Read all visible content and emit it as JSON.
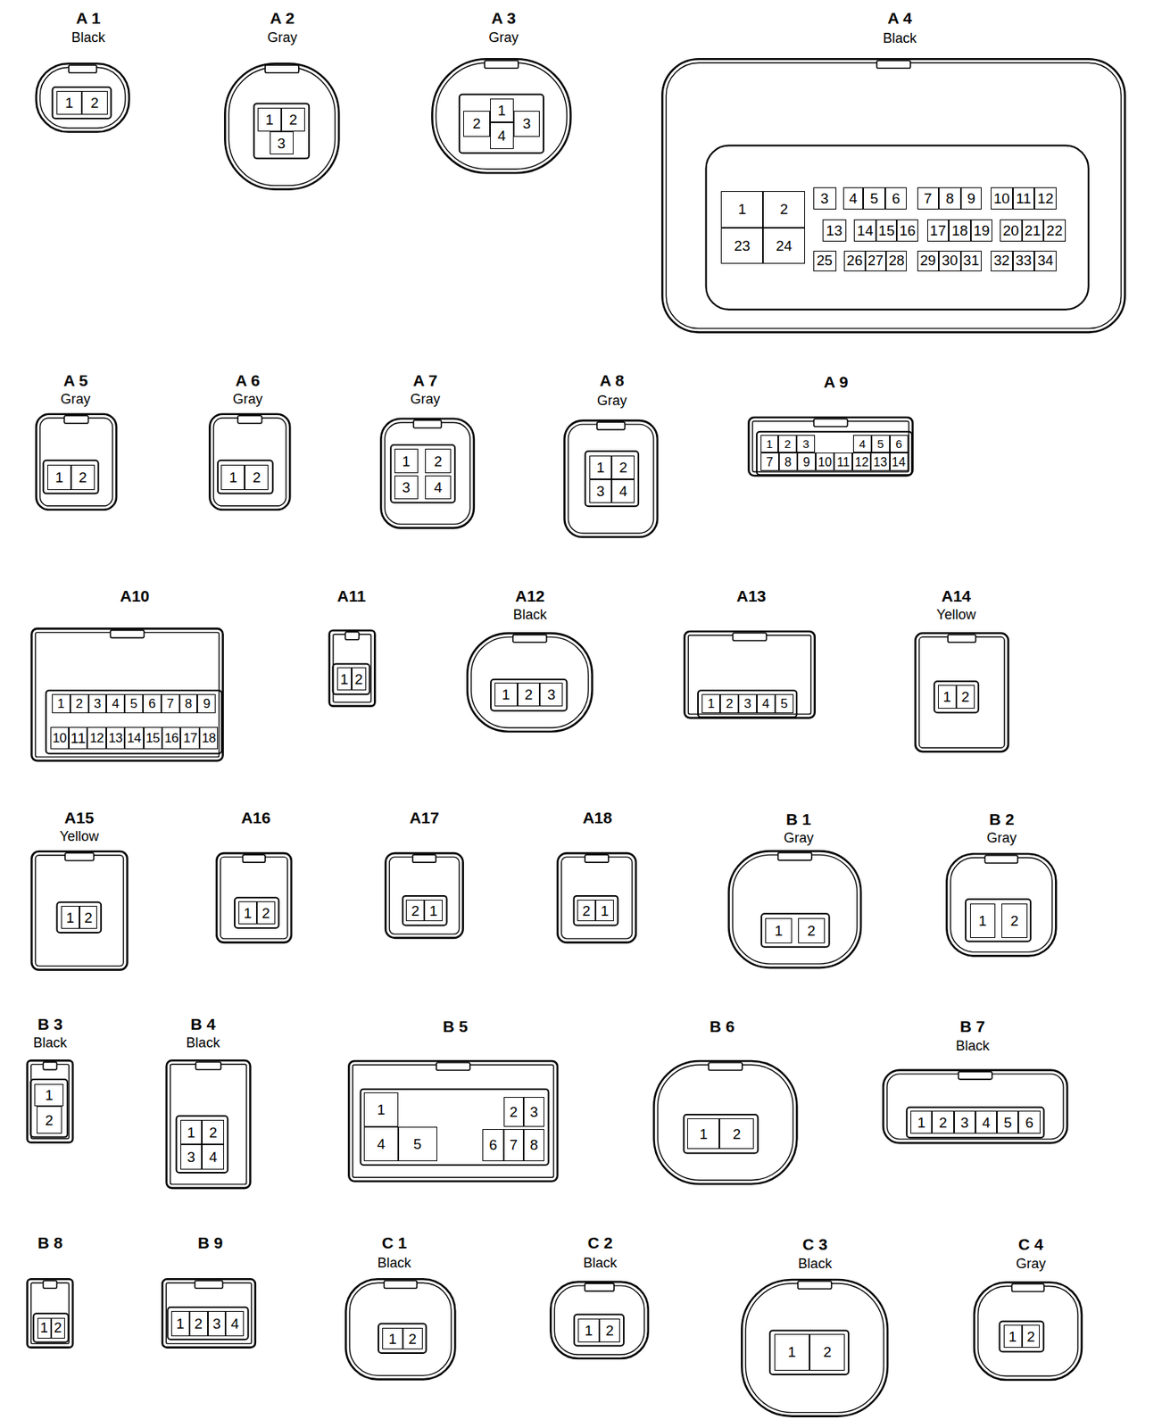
{
  "diagram": {
    "nodes": [
      {
        "text": [
          "A 1",
          "Black"
        ]
      },
      {
        "text": [
          "1"
        ],
        "in": 0
      },
      {
        "text": [
          "2"
        ],
        "in": 0
      },
      {
        "text": [
          "A 2",
          "Gray"
        ]
      },
      {
        "text": [
          "1"
        ],
        "in": 3
      },
      {
        "text": [
          "2"
        ],
        "in": 3
      },
      {
        "text": [
          "3"
        ],
        "in": 3
      },
      {
        "text": [
          "A 3",
          "Gray"
        ]
      },
      {
        "text": [
          "1"
        ],
        "in": 7
      },
      {
        "text": [
          "2"
        ],
        "in": 7
      },
      {
        "text": [
          "3"
        ],
        "in": 7
      },
      {
        "text": [
          "4"
        ],
        "in": 7
      },
      {
        "text": [
          "A 4",
          "Black"
        ]
      },
      {
        "text": [
          "1"
        ],
        "in": 12
      },
      {
        "text": [
          "2"
        ],
        "in": 12
      },
      {
        "text": [
          "3"
        ],
        "in": 12
      },
      {
        "text": [
          "4"
        ],
        "in": 12
      },
      {
        "text": [
          "5"
        ],
        "in": 12
      },
      {
        "text": [
          "6"
        ],
        "in": 12
      },
      {
        "text": [
          "7"
        ],
        "in": 12
      },
      {
        "text": [
          "8"
        ],
        "in": 12
      },
      {
        "text": [
          "9"
        ],
        "in": 12
      },
      {
        "text": [
          "10"
        ],
        "in": 12
      },
      {
        "text": [
          "11"
        ],
        "in": 12
      },
      {
        "text": [
          "12"
        ],
        "in": 12
      },
      {
        "text": [
          "13"
        ],
        "in": 12
      },
      {
        "text": [
          "14"
        ],
        "in": 12
      },
      {
        "text": [
          "15"
        ],
        "in": 12
      },
      {
        "text": [
          "16"
        ],
        "in": 12
      },
      {
        "text": [
          "17"
        ],
        "in": 12
      },
      {
        "text": [
          "18"
        ],
        "in": 12
      },
      {
        "text": [
          "19"
        ],
        "in": 12
      },
      {
        "text": [
          "20"
        ],
        "in": 12
      },
      {
        "text": [
          "21"
        ],
        "in": 12
      },
      {
        "text": [
          "22"
        ],
        "in": 12
      },
      {
        "text": [
          "23"
        ],
        "in": 12
      },
      {
        "text": [
          "24"
        ],
        "in": 12
      },
      {
        "text": [
          "25"
        ],
        "in": 12
      },
      {
        "text": [
          "26"
        ],
        "in": 12
      },
      {
        "text": [
          "27"
        ],
        "in": 12
      },
      {
        "text": [
          "28"
        ],
        "in": 12
      },
      {
        "text": [
          "29"
        ],
        "in": 12
      },
      {
        "text": [
          "30"
        ],
        "in": 12
      },
      {
        "text": [
          "31"
        ],
        "in": 12
      },
      {
        "text": [
          "32"
        ],
        "in": 12
      },
      {
        "text": [
          "33"
        ],
        "in": 12
      },
      {
        "text": [
          "34"
        ],
        "in": 12
      },
      {
        "text": [
          "A 5",
          "Gray"
        ]
      },
      {
        "text": [
          "1"
        ],
        "in": 47
      },
      {
        "text": [
          "2"
        ],
        "in": 47
      },
      {
        "text": [
          "A 6",
          "Gray"
        ]
      },
      {
        "text": [
          "1"
        ],
        "in": 50
      },
      {
        "text": [
          "2"
        ],
        "in": 50
      },
      {
        "text": [
          "A 7",
          "Gray"
        ]
      },
      {
        "text": [
          "1"
        ],
        "in": 53
      },
      {
        "text": [
          "2"
        ],
        "in": 53
      },
      {
        "text": [
          "3"
        ],
        "in": 53
      },
      {
        "text": [
          "4"
        ],
        "in": 53
      },
      {
        "text": [
          "A 8",
          "Gray"
        ]
      },
      {
        "text": [
          "1"
        ],
        "in": 58
      },
      {
        "text": [
          "2"
        ],
        "in": 58
      },
      {
        "text": [
          "3"
        ],
        "in": 58
      },
      {
        "text": [
          "4"
        ],
        "in": 58
      },
      {
        "text": [
          "A 9"
        ]
      },
      {
        "text": [
          "1"
        ],
        "in": 63
      },
      {
        "text": [
          "2"
        ],
        "in": 63
      },
      {
        "text": [
          "3"
        ],
        "in": 63
      },
      {
        "text": [
          "4"
        ],
        "in": 63
      },
      {
        "text": [
          "5"
        ],
        "in": 63
      },
      {
        "text": [
          "6"
        ],
        "in": 63
      },
      {
        "text": [
          "7"
        ],
        "in": 63
      },
      {
        "text": [
          "8"
        ],
        "in": 63
      },
      {
        "text": [
          "9"
        ],
        "in": 63
      },
      {
        "text": [
          "10"
        ],
        "in": 63
      },
      {
        "text": [
          "11"
        ],
        "in": 63
      },
      {
        "text": [
          "12"
        ],
        "in": 63
      },
      {
        "text": [
          "13"
        ],
        "in": 63
      },
      {
        "text": [
          "14"
        ],
        "in": 63
      },
      {
        "text": [
          "A10"
        ]
      },
      {
        "text": [
          "1"
        ],
        "in": 78
      },
      {
        "text": [
          "2"
        ],
        "in": 78
      },
      {
        "text": [
          "3"
        ],
        "in": 78
      },
      {
        "text": [
          "4"
        ],
        "in": 78
      },
      {
        "text": [
          "5"
        ],
        "in": 78
      },
      {
        "text": [
          "6"
        ],
        "in": 78
      },
      {
        "text": [
          "7"
        ],
        "in": 78
      },
      {
        "text": [
          "8"
        ],
        "in": 78
      },
      {
        "text": [
          "9"
        ],
        "in": 78
      },
      {
        "text": [
          "10"
        ],
        "in": 78
      },
      {
        "text": [
          "11"
        ],
        "in": 78
      },
      {
        "text": [
          "12"
        ],
        "in": 78
      },
      {
        "text": [
          "13"
        ],
        "in": 78
      },
      {
        "text": [
          "14"
        ],
        "in": 78
      },
      {
        "text": [
          "15"
        ],
        "in": 78
      },
      {
        "text": [
          "16"
        ],
        "in": 78
      },
      {
        "text": [
          "17"
        ],
        "in": 78
      },
      {
        "text": [
          "18"
        ],
        "in": 78
      },
      {
        "text": [
          "A11"
        ]
      },
      {
        "text": [
          "1"
        ],
        "in": 97
      },
      {
        "text": [
          "2"
        ],
        "in": 97
      },
      {
        "text": [
          "A12",
          "Black"
        ]
      },
      {
        "text": [
          "1"
        ],
        "in": 100
      },
      {
        "text": [
          "2"
        ],
        "in": 100
      },
      {
        "text": [
          "3"
        ],
        "in": 100
      },
      {
        "text": [
          "A13"
        ]
      },
      {
        "text": [
          "1"
        ],
        "in": 104
      },
      {
        "text": [
          "2"
        ],
        "in": 104
      },
      {
        "text": [
          "3"
        ],
        "in": 104
      },
      {
        "text": [
          "4"
        ],
        "in": 104
      },
      {
        "text": [
          "5"
        ],
        "in": 104
      },
      {
        "text": [
          "A14",
          "Yellow"
        ]
      },
      {
        "text": [
          "1"
        ],
        "in": 110
      },
      {
        "text": [
          "2"
        ],
        "in": 110
      },
      {
        "text": [
          "A15",
          "Yellow"
        ]
      },
      {
        "text": [
          "1"
        ],
        "in": 113
      },
      {
        "text": [
          "2"
        ],
        "in": 113
      },
      {
        "text": [
          "A16"
        ]
      },
      {
        "text": [
          "1"
        ],
        "in": 116
      },
      {
        "text": [
          "2"
        ],
        "in": 116
      },
      {
        "text": [
          "A17"
        ]
      },
      {
        "text": [
          "2"
        ],
        "in": 119
      },
      {
        "text": [
          "1"
        ],
        "in": 119
      },
      {
        "text": [
          "A18"
        ]
      },
      {
        "text": [
          "2"
        ],
        "in": 122
      },
      {
        "text": [
          "1"
        ],
        "in": 122
      },
      {
        "text": [
          "B 1",
          "Gray"
        ]
      },
      {
        "text": [
          "1"
        ],
        "in": 125
      },
      {
        "text": [
          "2"
        ],
        "in": 125
      },
      {
        "text": [
          "B 2",
          "Gray"
        ]
      },
      {
        "text": [
          "1"
        ],
        "in": 128
      },
      {
        "text": [
          "2"
        ],
        "in": 128
      },
      {
        "text": [
          "B 3",
          "Black"
        ]
      },
      {
        "text": [
          "1"
        ],
        "in": 131
      },
      {
        "text": [
          "2"
        ],
        "in": 131
      },
      {
        "text": [
          "B 4",
          "Black"
        ]
      },
      {
        "text": [
          "1"
        ],
        "in": 134
      },
      {
        "text": [
          "2"
        ],
        "in": 134
      },
      {
        "text": [
          "3"
        ],
        "in": 134
      },
      {
        "text": [
          "4"
        ],
        "in": 134
      },
      {
        "text": [
          "B 5"
        ]
      },
      {
        "text": [
          "1"
        ],
        "in": 139
      },
      {
        "text": [
          "2"
        ],
        "in": 139
      },
      {
        "text": [
          "3"
        ],
        "in": 139
      },
      {
        "text": [
          "4"
        ],
        "in": 139
      },
      {
        "text": [
          "5"
        ],
        "in": 139
      },
      {
        "text": [
          "6"
        ],
        "in": 139
      },
      {
        "text": [
          "7"
        ],
        "in": 139
      },
      {
        "text": [
          "8"
        ],
        "in": 139
      },
      {
        "text": [
          "B 6"
        ]
      },
      {
        "text": [
          "1"
        ],
        "in": 148
      },
      {
        "text": [
          "2"
        ],
        "in": 148
      },
      {
        "text": [
          "B 7",
          "Black"
        ]
      },
      {
        "text": [
          "1"
        ],
        "in": 151
      },
      {
        "text": [
          "2"
        ],
        "in": 151
      },
      {
        "text": [
          "3"
        ],
        "in": 151
      },
      {
        "text": [
          "4"
        ],
        "in": 151
      },
      {
        "text": [
          "5"
        ],
        "in": 151
      },
      {
        "text": [
          "6"
        ],
        "in": 151
      },
      {
        "text": [
          "B 8"
        ]
      },
      {
        "text": [
          "1"
        ],
        "in": 158
      },
      {
        "text": [
          "2"
        ],
        "in": 158
      },
      {
        "text": [
          "B 9"
        ]
      },
      {
        "text": [
          "1"
        ],
        "in": 161
      },
      {
        "text": [
          "2"
        ],
        "in": 161
      },
      {
        "text": [
          "3"
        ],
        "in": 161
      },
      {
        "text": [
          "4"
        ],
        "in": 161
      },
      {
        "text": [
          "C 1",
          "Black"
        ]
      },
      {
        "text": [
          "1"
        ],
        "in": 166
      },
      {
        "text": [
          "2"
        ],
        "in": 166
      },
      {
        "text": [
          "C 2",
          "Black"
        ]
      },
      {
        "text": [
          "1"
        ],
        "in": 169
      },
      {
        "text": [
          "2"
        ],
        "in": 169
      },
      {
        "text": [
          "C 3",
          "Black"
        ]
      },
      {
        "text": [
          "1"
        ],
        "in": 172
      },
      {
        "text": [
          "2"
        ],
        "in": 172
      },
      {
        "text": [
          "C 4",
          "Gray"
        ]
      },
      {
        "text": [
          "1"
        ],
        "in": 175
      },
      {
        "text": [
          "2"
        ],
        "in": 175
      }
    ]
  }
}
